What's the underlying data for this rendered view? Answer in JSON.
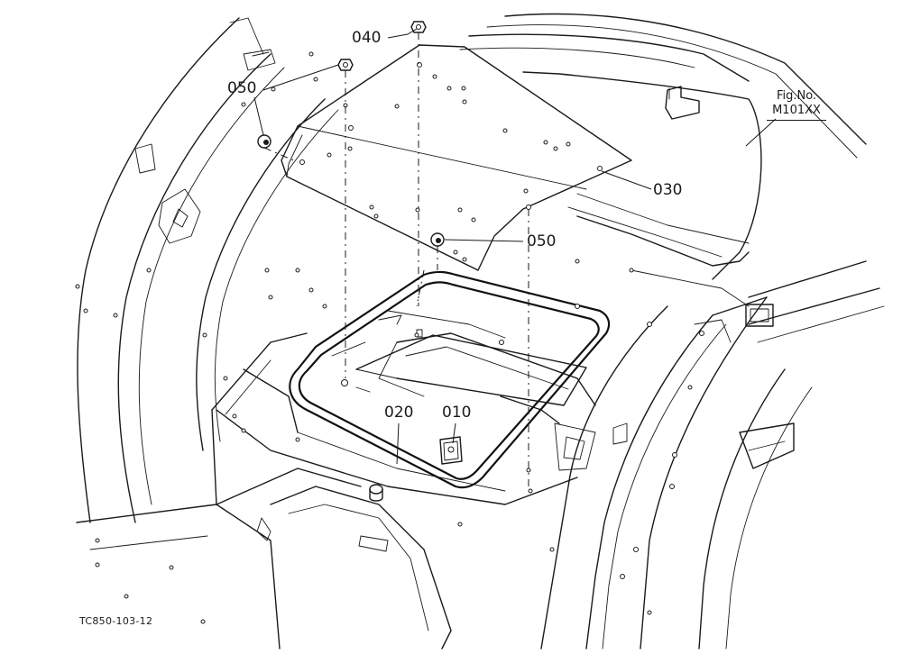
{
  "figure": {
    "fig_label": "Fig.No.",
    "fig_code": "M101XX",
    "drawing_code": "TC850-103-12"
  },
  "callouts": [
    {
      "id": "040",
      "label": "040"
    },
    {
      "id": "050a",
      "label": "050"
    },
    {
      "id": "030",
      "label": "030"
    },
    {
      "id": "050b",
      "label": "050"
    },
    {
      "id": "020",
      "label": "020"
    },
    {
      "id": "010",
      "label": "010"
    }
  ]
}
